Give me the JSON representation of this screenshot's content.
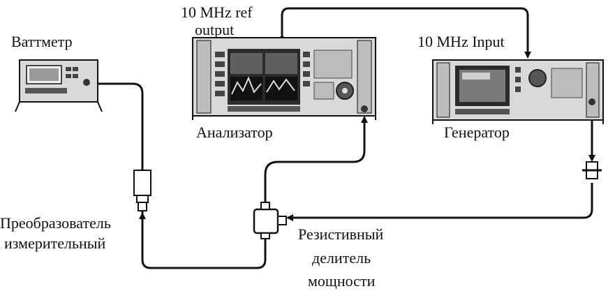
{
  "labels": {
    "ref_output_line1": "10 MHz ref",
    "ref_output_line2": "output",
    "wattmeter": "Ваттметр",
    "input_10mhz": "10 MHz Input",
    "analyzer": "Анализатор",
    "generator": "Генератор",
    "converter_line1": "Преобразователь",
    "converter_line2": "измерительный",
    "divider_line1": "Резистивный",
    "divider_line2": "делитель",
    "divider_line3": "мощности"
  },
  "colors": {
    "line": "#111111",
    "device_body": "#d9d9d9",
    "device_dark": "#3a3a3a",
    "screen": "#2b2b2b"
  }
}
